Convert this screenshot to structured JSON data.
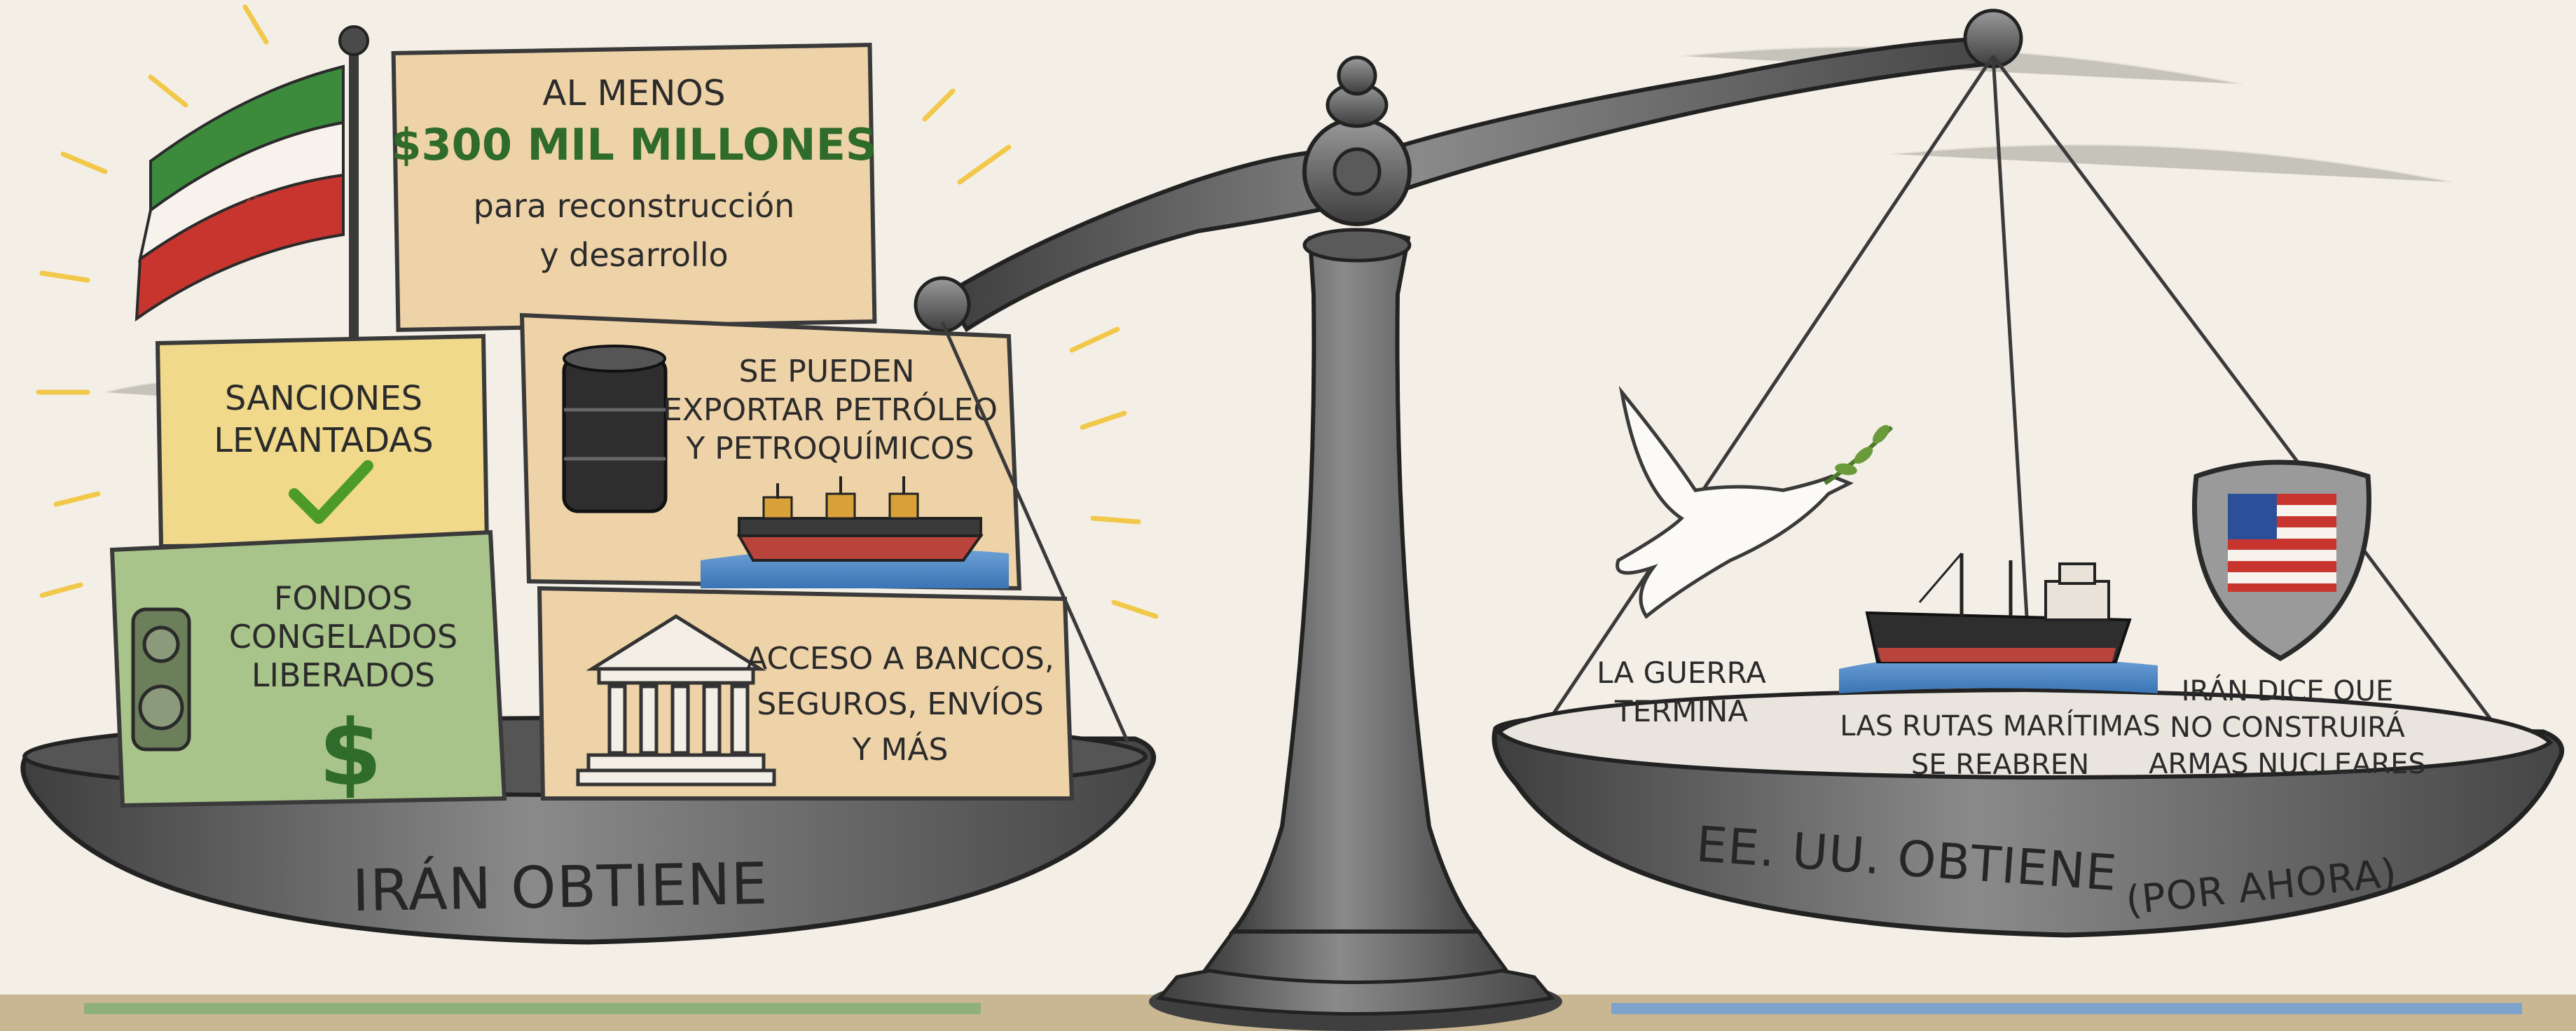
{
  "colors": {
    "paper": "#f3efe6",
    "ink": "#2b2b2b",
    "money_green": "#2f6b2a",
    "check_green": "#4c9a2a",
    "box_tan": "#efd3a8",
    "box_yellow": "#f0d98a",
    "box_green": "#a9c48a",
    "scale_gray": "#6a6a6a",
    "sea_blue": "#4b86c5",
    "iran_green": "#3c8a3c",
    "iran_red": "#c8352f",
    "us_blue": "#2c4f9a",
    "us_red": "#c8352f"
  },
  "left_pan": {
    "label": "IRÁN OBTIENE",
    "boxes": {
      "top_box": {
        "line1": "AL MENOS",
        "line2": "$300 MIL MILLONES",
        "line3": "para reconstrucción",
        "line4": "y desarrollo"
      },
      "sanctions_box": {
        "line1": "SANCIONES",
        "line2": "LEVANTADAS"
      },
      "funds_box": {
        "line1": "FONDOS",
        "line2": "CONGELADOS",
        "line3": "LIBERADOS",
        "symbol": "$"
      },
      "oil_box": {
        "line1": "SE PUEDEN",
        "line2": "EXPORTAR PETRÓLEO",
        "line3": "Y PETROQUÍMICOS"
      },
      "bank_box": {
        "line1": "ACCESO A BANCOS,",
        "line2": "SEGUROS, ENVÍOS",
        "line3": "Y MÁS"
      }
    },
    "icons": [
      "iran-flag-icon",
      "check-icon",
      "oil-barrel-icon",
      "tanker-ship-icon",
      "bank-building-icon",
      "vault-dial-icon",
      "dollar-sign-icon"
    ]
  },
  "right_pan": {
    "label_main": "EE. UU. OBTIENE",
    "label_note": "(POR AHORA)",
    "items": {
      "war": {
        "line1": "LA GUERRA",
        "line2": "TERMINA"
      },
      "routes": {
        "line1": "LAS RUTAS MARÍTIMAS",
        "line2": "SE REABREN"
      },
      "nuclear": {
        "line1": "IRÁN DICE QUE",
        "line2": "NO CONSTRUIRÁ",
        "line3": "ARMAS NUCLEARES"
      }
    },
    "icons": [
      "peace-dove-icon",
      "cargo-ship-icon",
      "us-flag-shield-icon"
    ]
  }
}
